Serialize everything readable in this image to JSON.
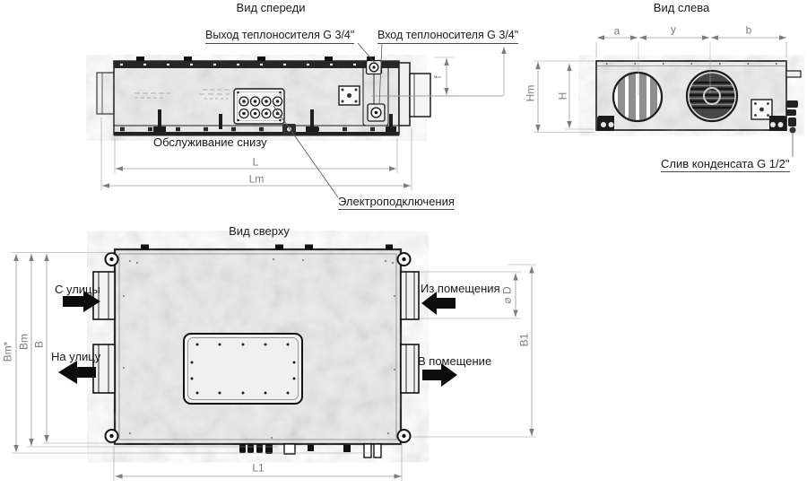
{
  "drawing": {
    "type": "technical-drawing",
    "unit": "ventilation air handling unit",
    "colors": {
      "outline": "#1c1c1c",
      "dimension_lines": "#8c8c8c",
      "centerline_blue": "#8e9ed6",
      "airflow_arrow": "#0c0c0c",
      "body_fill": "#ededed"
    }
  },
  "front_view": {
    "title": "Вид спереди",
    "callout_heat_outlet": "Выход теплоносителя G 3/4\"",
    "callout_heat_inlet": "Вход теплоносителя G 3/4\"",
    "service_note": "Обслуживание снизу",
    "callout_electrical": "Электроподключения",
    "dims": {
      "length_case": "L",
      "length_overall": "Lm",
      "duct_offset": "f"
    }
  },
  "left_view": {
    "title": "Вид слева",
    "callout_drain": "Слив конденсата G 1/2\"",
    "dims": {
      "a": "a",
      "y": "y",
      "b": "b",
      "height_overall": "Hm",
      "height_case": "H"
    }
  },
  "top_view": {
    "title": "Вид сверху",
    "flow_from_street": "С улицы",
    "flow_to_street": "На улицу",
    "flow_from_room": "Из помещения",
    "flow_to_room": "В помещение",
    "dims": {
      "width_overall_star": "Bm*",
      "width_overall": "Bm",
      "width_case": "B",
      "width_right": "B1",
      "length_bottom": "L1",
      "duct_diameter": "⌀ D"
    }
  }
}
